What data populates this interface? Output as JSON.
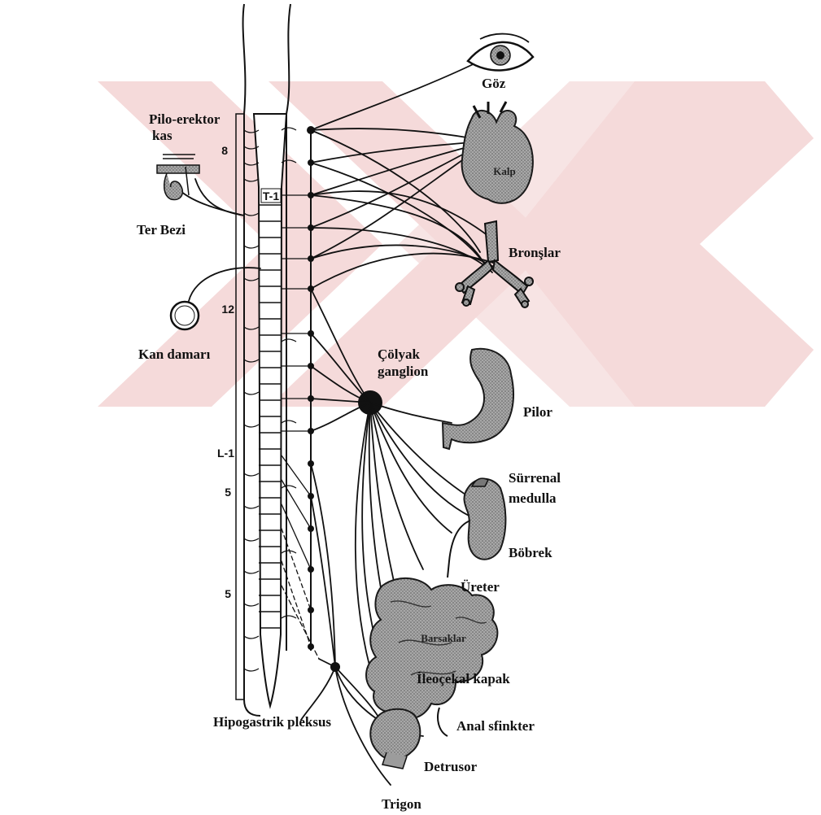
{
  "colors": {
    "watermark": "#f4d6d6",
    "organ_fill": "#9c9c9c",
    "organ_dark": "#6e6e6e",
    "ink": "#111111"
  },
  "spine_markers": {
    "c8": "8",
    "t1": "T-1",
    "t12": "12",
    "l1": "L-1",
    "l5": "5",
    "s5": "5"
  },
  "labels": {
    "pilo_erektor_1": "Pilo-erektor",
    "pilo_erektor_2": "kas",
    "ter_bezi": "Ter Bezi",
    "kan_damari": "Kan damarı",
    "goz": "Göz",
    "kalp": "Kalp",
    "bronslar": "Bronşlar",
    "colyak_1": "Çölyak",
    "colyak_2": "ganglion",
    "pilor": "Pilor",
    "surrenal_1": "Sürrenal",
    "surrenal_2": "medulla",
    "bobrek": "Böbrek",
    "ureter": "Üreter",
    "barsaklar": "Barsaklar",
    "ileocekal": "İleoçekal kapak",
    "anal": "Anal sfinkter",
    "hipogastrik": "Hipogastrik pleksus",
    "detrusor": "Detrusor",
    "trigon": "Trigon"
  },
  "icons": {
    "eye": "eye-icon",
    "heart": "heart-icon",
    "bronchi": "bronchi-icon",
    "stomach": "stomach-icon",
    "kidney": "kidney-icon",
    "intestine": "intestine-icon",
    "bladder": "bladder-icon",
    "blood_vessel": "blood-vessel-icon",
    "sweat_gland": "sweat-gland-icon"
  }
}
